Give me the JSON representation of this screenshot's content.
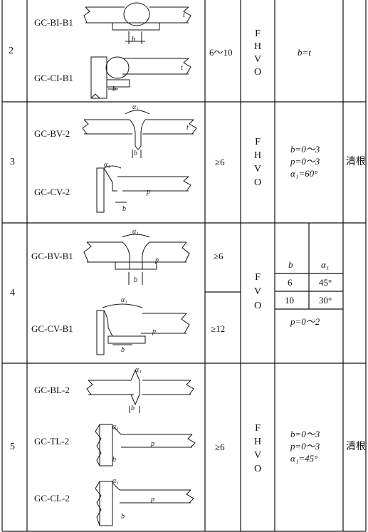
{
  "rows": [
    {
      "no": "2",
      "codes": [
        "GC-BI-B1",
        "GC-CI-B1"
      ],
      "thickness": "6～10",
      "positions": [
        "F",
        "H",
        "V",
        "O"
      ],
      "dimensions": [
        "b=t"
      ],
      "remark": ""
    },
    {
      "no": "3",
      "codes": [
        "GC-BV-2",
        "GC-CV-2"
      ],
      "thickness": "≥6",
      "positions": [
        "F",
        "H",
        "V",
        "O"
      ],
      "dimensions": [
        "b=0～3",
        "p=0～3",
        "α₁=60°"
      ],
      "remark": "清根"
    },
    {
      "no": "4",
      "codes": [
        "GC-BV-B1",
        "GC-CV-B1"
      ],
      "thickness": [
        "≥6",
        "≥12"
      ],
      "positions": [
        "F",
        "V",
        "O"
      ],
      "sub_table": {
        "headers": [
          "b",
          "α₁"
        ],
        "rows": [
          [
            "6",
            "45°"
          ],
          [
            "10",
            "30°"
          ]
        ],
        "footer": "p=0～2"
      },
      "remark": ""
    },
    {
      "no": "5",
      "codes": [
        "GC-BL-2",
        "GC-TL-2",
        "GC-CL-2"
      ],
      "thickness": "≥6",
      "positions": [
        "F",
        "H",
        "V",
        "O"
      ],
      "dimensions": [
        "b=0～3",
        "p=0～3",
        "α₁=45°"
      ],
      "remark": "清根"
    }
  ],
  "figure_labels": {
    "b": "b",
    "t": "t",
    "p": "p",
    "alpha": "α₁"
  }
}
